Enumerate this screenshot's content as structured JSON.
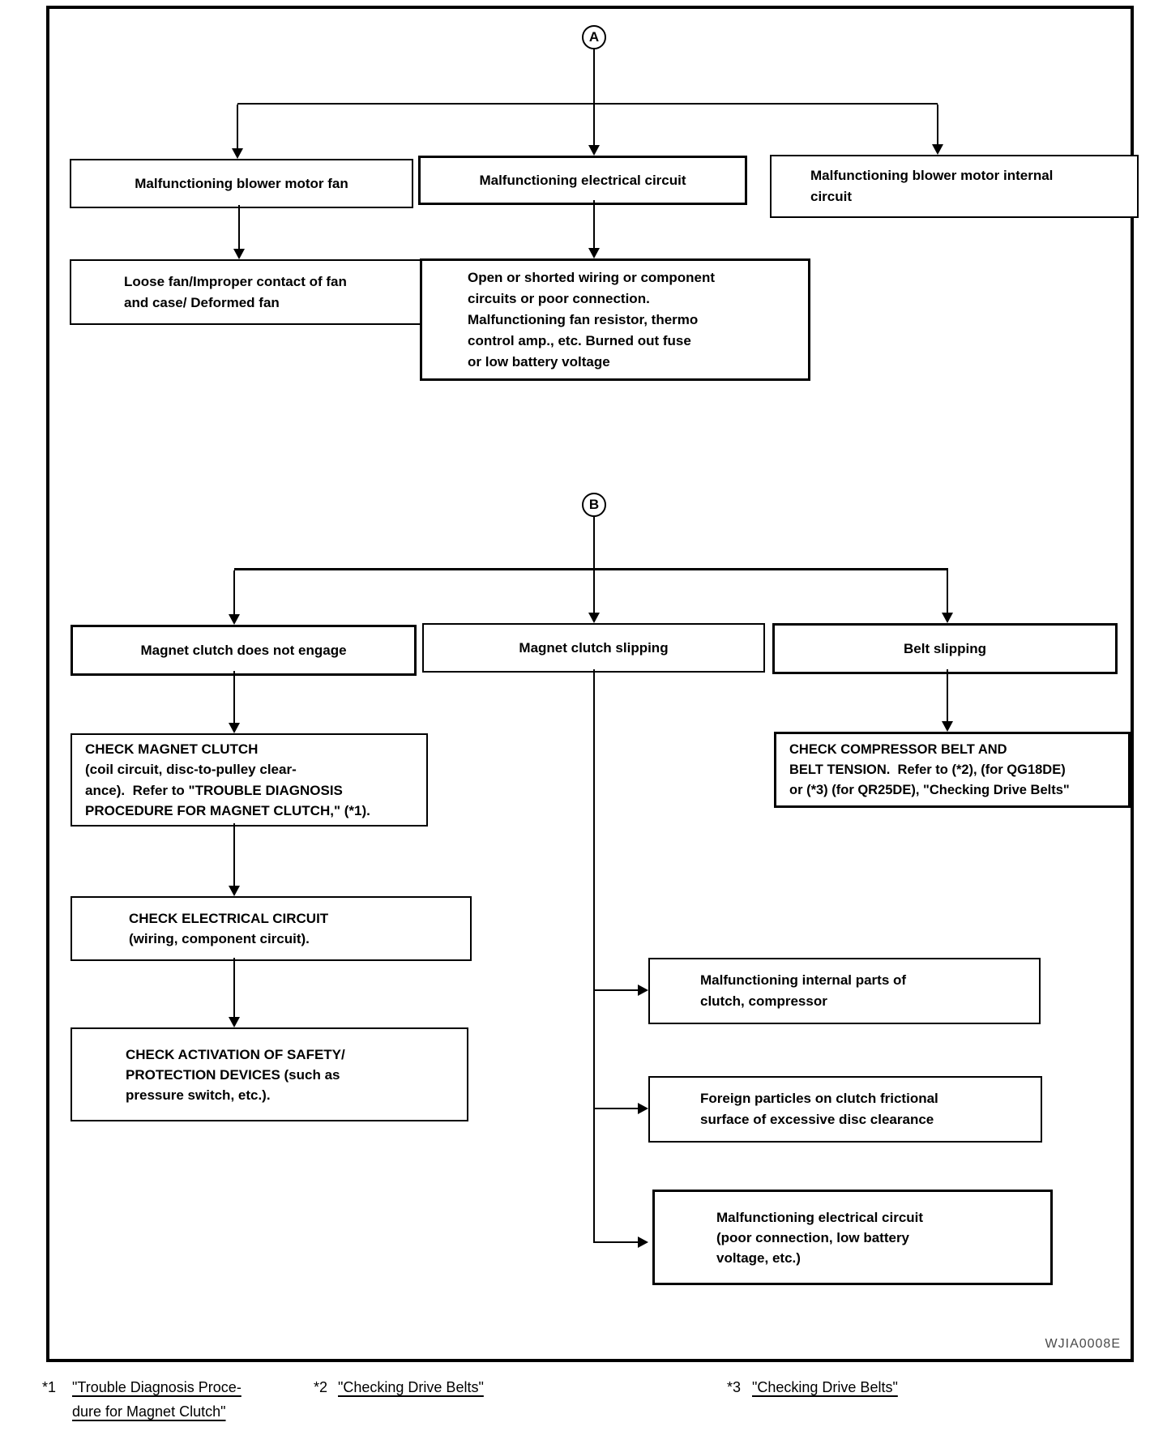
{
  "diagram": {
    "background_color": "#ffffff",
    "line_color": "#000000",
    "code_label": "WJIA0008E",
    "connectors": {
      "a": "A",
      "b": "B"
    },
    "boxes": {
      "a1": {
        "lines": [
          "Malfunctioning blower motor fan"
        ]
      },
      "a2": {
        "lines": [
          "Malfunctioning electrical circuit"
        ]
      },
      "a3": {
        "lines": [
          "Malfunctioning blower motor internal",
          "circuit"
        ]
      },
      "a4": {
        "lines": [
          "Loose fan/Improper contact of fan",
          "and case/ Deformed fan"
        ]
      },
      "a5": {
        "lines": [
          "Open or shorted wiring or component",
          "circuits or poor connection.",
          "Malfunctioning fan resistor, thermo",
          "control amp., etc. Burned out fuse",
          "or low battery voltage"
        ]
      },
      "b1": {
        "lines": [
          "Magnet clutch does not engage"
        ]
      },
      "b2": {
        "lines": [
          "Magnet clutch slipping"
        ]
      },
      "b3": {
        "lines": [
          "Belt slipping"
        ]
      },
      "c1": {
        "lines": [
          "CHECK MAGNET CLUTCH",
          "(coil circuit, disc-to-pulley clear-",
          "ance).  Refer to \"TROUBLE DIAGNOSIS",
          "PROCEDURE FOR MAGNET CLUTCH,\" (*1)."
        ]
      },
      "c2": {
        "lines": [
          "CHECK ELECTRICAL CIRCUIT",
          "(wiring, component circuit)."
        ]
      },
      "c3": {
        "lines": [
          "CHECK ACTIVATION OF SAFETY/",
          "PROTECTION DEVICES (such as",
          "pressure switch, etc.)."
        ]
      },
      "d1": {
        "lines": [
          "CHECK COMPRESSOR BELT AND",
          "BELT TENSION.  Refer to (*2), (for QG18DE)",
          "or (*3) (for QR25DE), \"Checking Drive Belts\""
        ]
      },
      "e1": {
        "lines": [
          "Malfunctioning internal parts of",
          "clutch, compressor"
        ]
      },
      "e2": {
        "lines": [
          "Foreign particles on clutch frictional",
          "surface of excessive disc clearance"
        ]
      },
      "e3": {
        "lines": [
          "Malfunctioning electrical circuit",
          "(poor connection, low battery",
          "voltage, etc.)"
        ]
      }
    }
  },
  "footnotes": {
    "f1": {
      "marker": "*1",
      "lines": [
        "\"Trouble Diagnosis Proce-",
        "dure for Magnet Clutch\""
      ]
    },
    "f2": {
      "marker": "*2",
      "lines": [
        "\"Checking Drive Belts\""
      ]
    },
    "f3": {
      "marker": "*3",
      "lines": [
        "\"Checking Drive Belts\""
      ]
    }
  }
}
